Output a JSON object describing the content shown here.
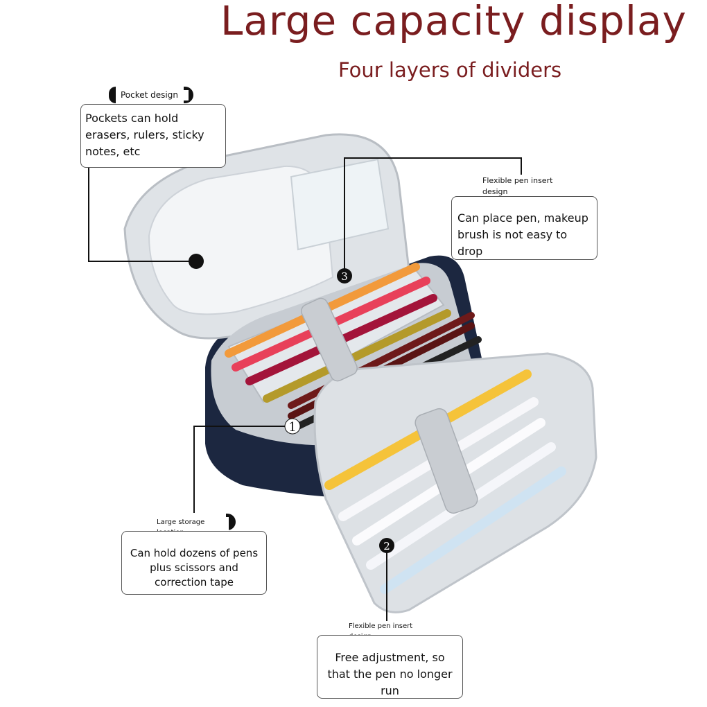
{
  "heading": {
    "title": "Large capacity display",
    "subtitle": "Four layers of dividers"
  },
  "callouts": {
    "pocket": {
      "tag": "Pocket design",
      "body": "Pockets can hold erasers, rulers, sticky notes, etc"
    },
    "pen_insert_top": {
      "tag": "Flexible pen insert design",
      "body": "Can place pen, makeup brush is not easy to drop"
    },
    "storage": {
      "tag": "Large storage location",
      "body": "Can hold dozens of pens plus scissors and correction tape"
    },
    "pen_insert_bottom": {
      "tag": "Flexible pen insert design",
      "body": "Free adjustment, so that the pen no longer run"
    }
  },
  "markers": {
    "m1": "1",
    "m2": "2",
    "m3": "3"
  },
  "colors": {
    "heading": "#7a1d1f",
    "case_navy": "#1c2740",
    "lining": "#e9ecef"
  }
}
